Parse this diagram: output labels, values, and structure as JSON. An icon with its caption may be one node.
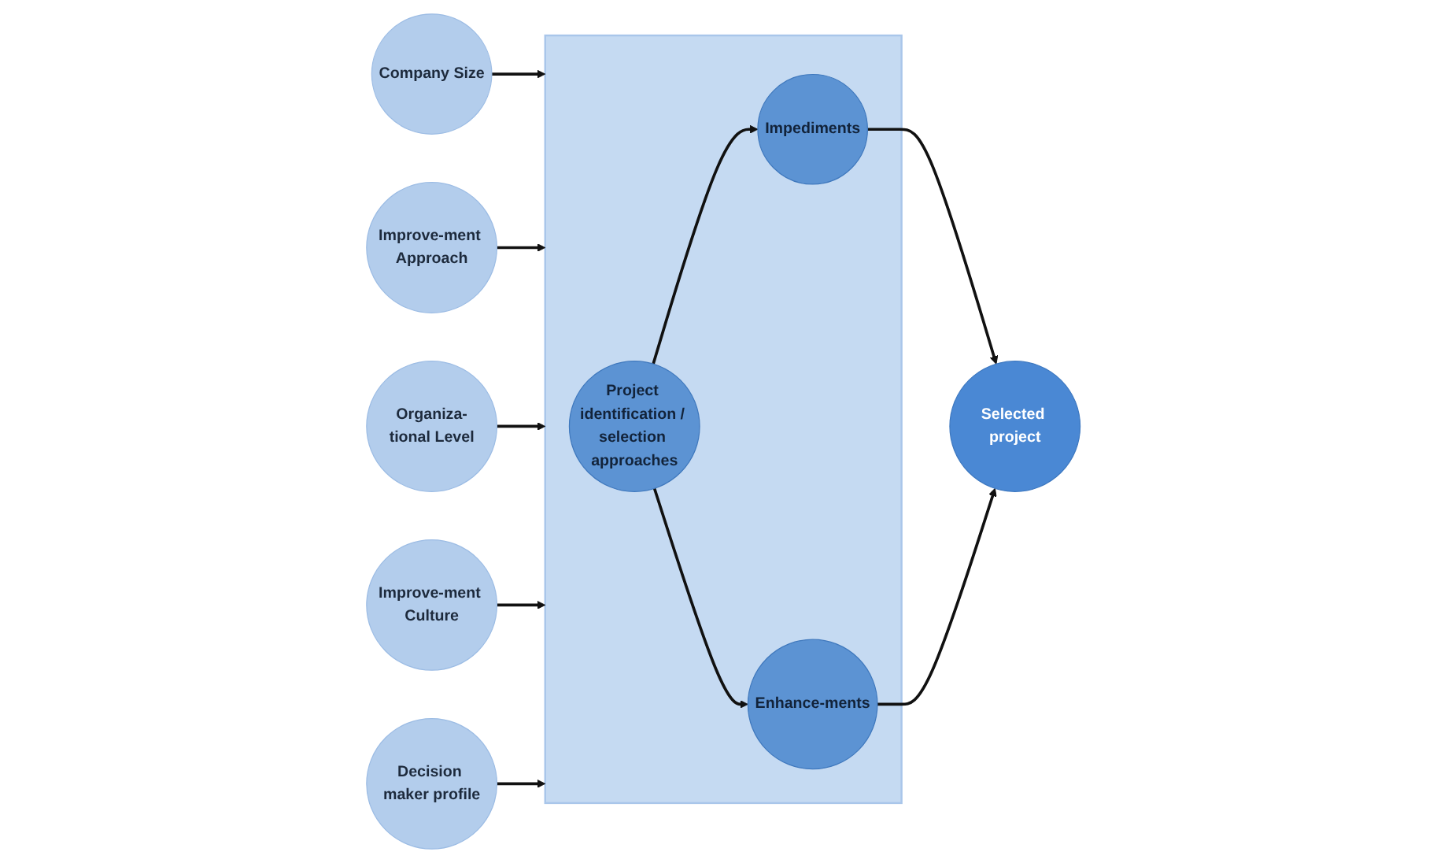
{
  "diagram": {
    "nodes": [
      {
        "text": [
          "Company Size"
        ]
      },
      {
        "text": [
          "Improve-ment Approach"
        ]
      },
      {
        "text": [
          "Organiza-tional Level"
        ]
      },
      {
        "text": [
          "Improve-ment Culture"
        ]
      },
      {
        "text": [
          "Decision maker profile"
        ]
      },
      {
        "text": [],
        "shape": "triangle"
      },
      {
        "text": [
          "Project identification / selection approaches"
        ],
        "in": 5
      },
      {
        "text": [
          "Impediments"
        ],
        "in": 5
      },
      {
        "text": [
          "Enhance-ments"
        ],
        "in": 5
      },
      {
        "text": [
          "Selected project"
        ]
      }
    ],
    "edges": [
      {
        "from": 0,
        "to": 5,
        "arrow": "to"
      },
      {
        "from": 1,
        "to": 5,
        "arrow": "to"
      },
      {
        "from": 2,
        "to": 5,
        "arrow": "to"
      },
      {
        "from": 3,
        "to": 5,
        "arrow": "to"
      },
      {
        "from": 4,
        "to": 5,
        "arrow": "to"
      },
      {
        "from": 6,
        "to": 7,
        "arrow": "to"
      },
      {
        "from": 6,
        "to": 8,
        "arrow": "to"
      },
      {
        "from": 7,
        "to": 9,
        "arrow": "to"
      },
      {
        "from": 8,
        "to": 9,
        "arrow": "to"
      }
    ]
  }
}
